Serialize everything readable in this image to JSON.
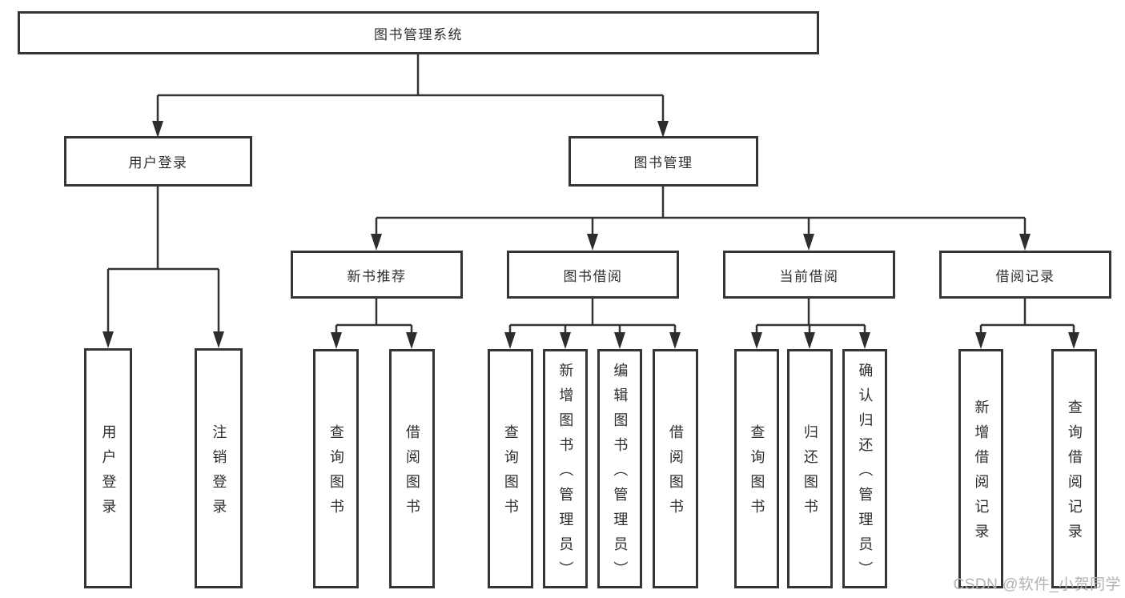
{
  "tree": {
    "label": "图书管理系统",
    "children": [
      {
        "label": "用户登录",
        "children": [
          {
            "label": "用户登录"
          },
          {
            "label": "注销登录"
          }
        ]
      },
      {
        "label": "图书管理",
        "children": [
          {
            "label": "新书推荐",
            "children": [
              {
                "label": "查询图书"
              },
              {
                "label": "借阅图书"
              }
            ]
          },
          {
            "label": "图书借阅",
            "children": [
              {
                "label": "查询图书"
              },
              {
                "label": "新增图书（管理员）"
              },
              {
                "label": "编辑图书（管理员）"
              },
              {
                "label": "借阅图书"
              }
            ]
          },
          {
            "label": "当前借阅",
            "children": [
              {
                "label": "查询图书"
              },
              {
                "label": "归还图书"
              },
              {
                "label": "确认归还（管理员）"
              }
            ]
          },
          {
            "label": "借阅记录",
            "children": [
              {
                "label": "新增借阅记录"
              },
              {
                "label": "查询借阅记录"
              }
            ]
          }
        ]
      }
    ]
  },
  "watermark": {
    "text": "CSDN @软件_小贺同学"
  },
  "colors": {
    "line": "#333333",
    "box_border": "#363636",
    "box_background": "#ffffff",
    "text": "#2e2e2e",
    "watermark": "#b3b3b3"
  }
}
